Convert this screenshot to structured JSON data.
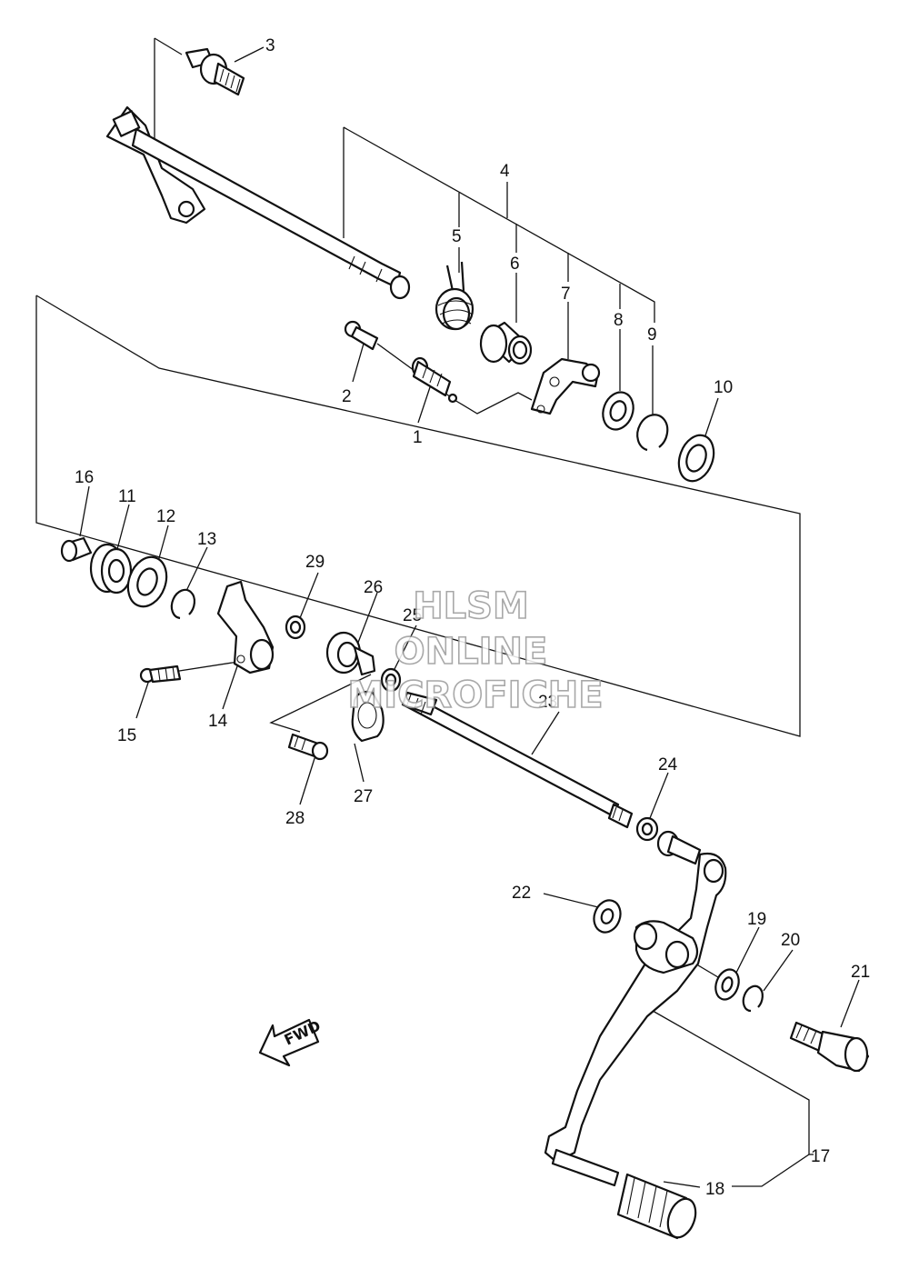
{
  "watermark": {
    "line1": "HLSM",
    "line2": "ONLINE",
    "line3": "MICROFICHE"
  },
  "fwd_label": "FWD",
  "callouts": [
    "1",
    "2",
    "3",
    "4",
    "5",
    "6",
    "7",
    "8",
    "9",
    "10",
    "11",
    "12",
    "13",
    "14",
    "15",
    "16",
    "17",
    "18",
    "19",
    "20",
    "21",
    "22",
    "23",
    "24",
    "25",
    "26",
    "27",
    "28",
    "29"
  ],
  "colors": {
    "line": "#111111",
    "background": "#ffffff",
    "watermark_stroke": "#9a9a9a"
  }
}
